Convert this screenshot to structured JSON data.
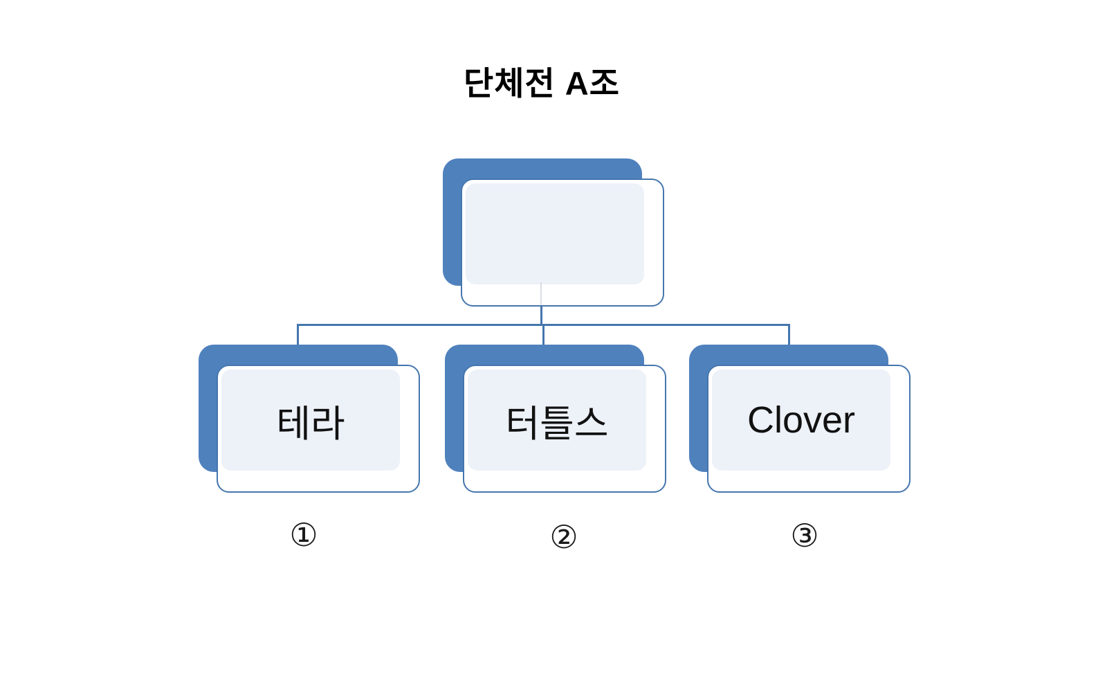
{
  "title": "단체전 A조",
  "diagram": {
    "root": {
      "label": ""
    },
    "teams": [
      {
        "label": "테라",
        "marker": "①"
      },
      {
        "label": "터틀스",
        "marker": "②"
      },
      {
        "label": "Clover",
        "marker": "③"
      }
    ]
  },
  "colors": {
    "accent": "#4f81bd",
    "border": "#4576ad",
    "fill": "#edf1f8",
    "faint": "#d9dde5",
    "text": "#111111",
    "background": "#ffffff"
  }
}
